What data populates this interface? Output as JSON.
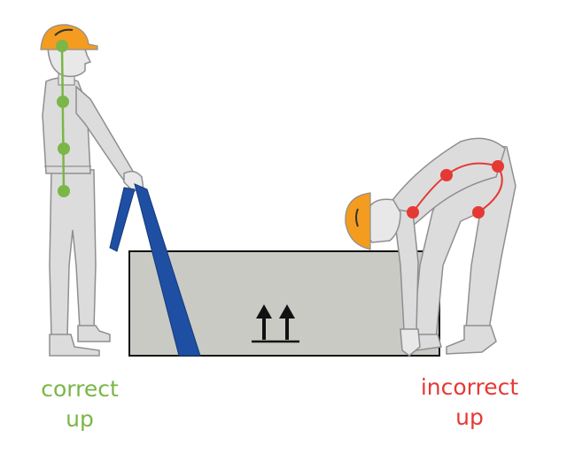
{
  "captions": {
    "correct_line1": "correct",
    "correct_line2": "up",
    "incorrect_line1": "incorrect",
    "incorrect_line2": "up"
  },
  "colors": {
    "correct": "#7ab648",
    "incorrect": "#e53935",
    "helmet": "#f39c1f",
    "strap": "#1f4fa3",
    "box": "#c9cac4",
    "body": "#d9d9d9",
    "outline": "#8f8f8f"
  },
  "icons": {
    "box_symbol": "this-way-up-arrows"
  }
}
